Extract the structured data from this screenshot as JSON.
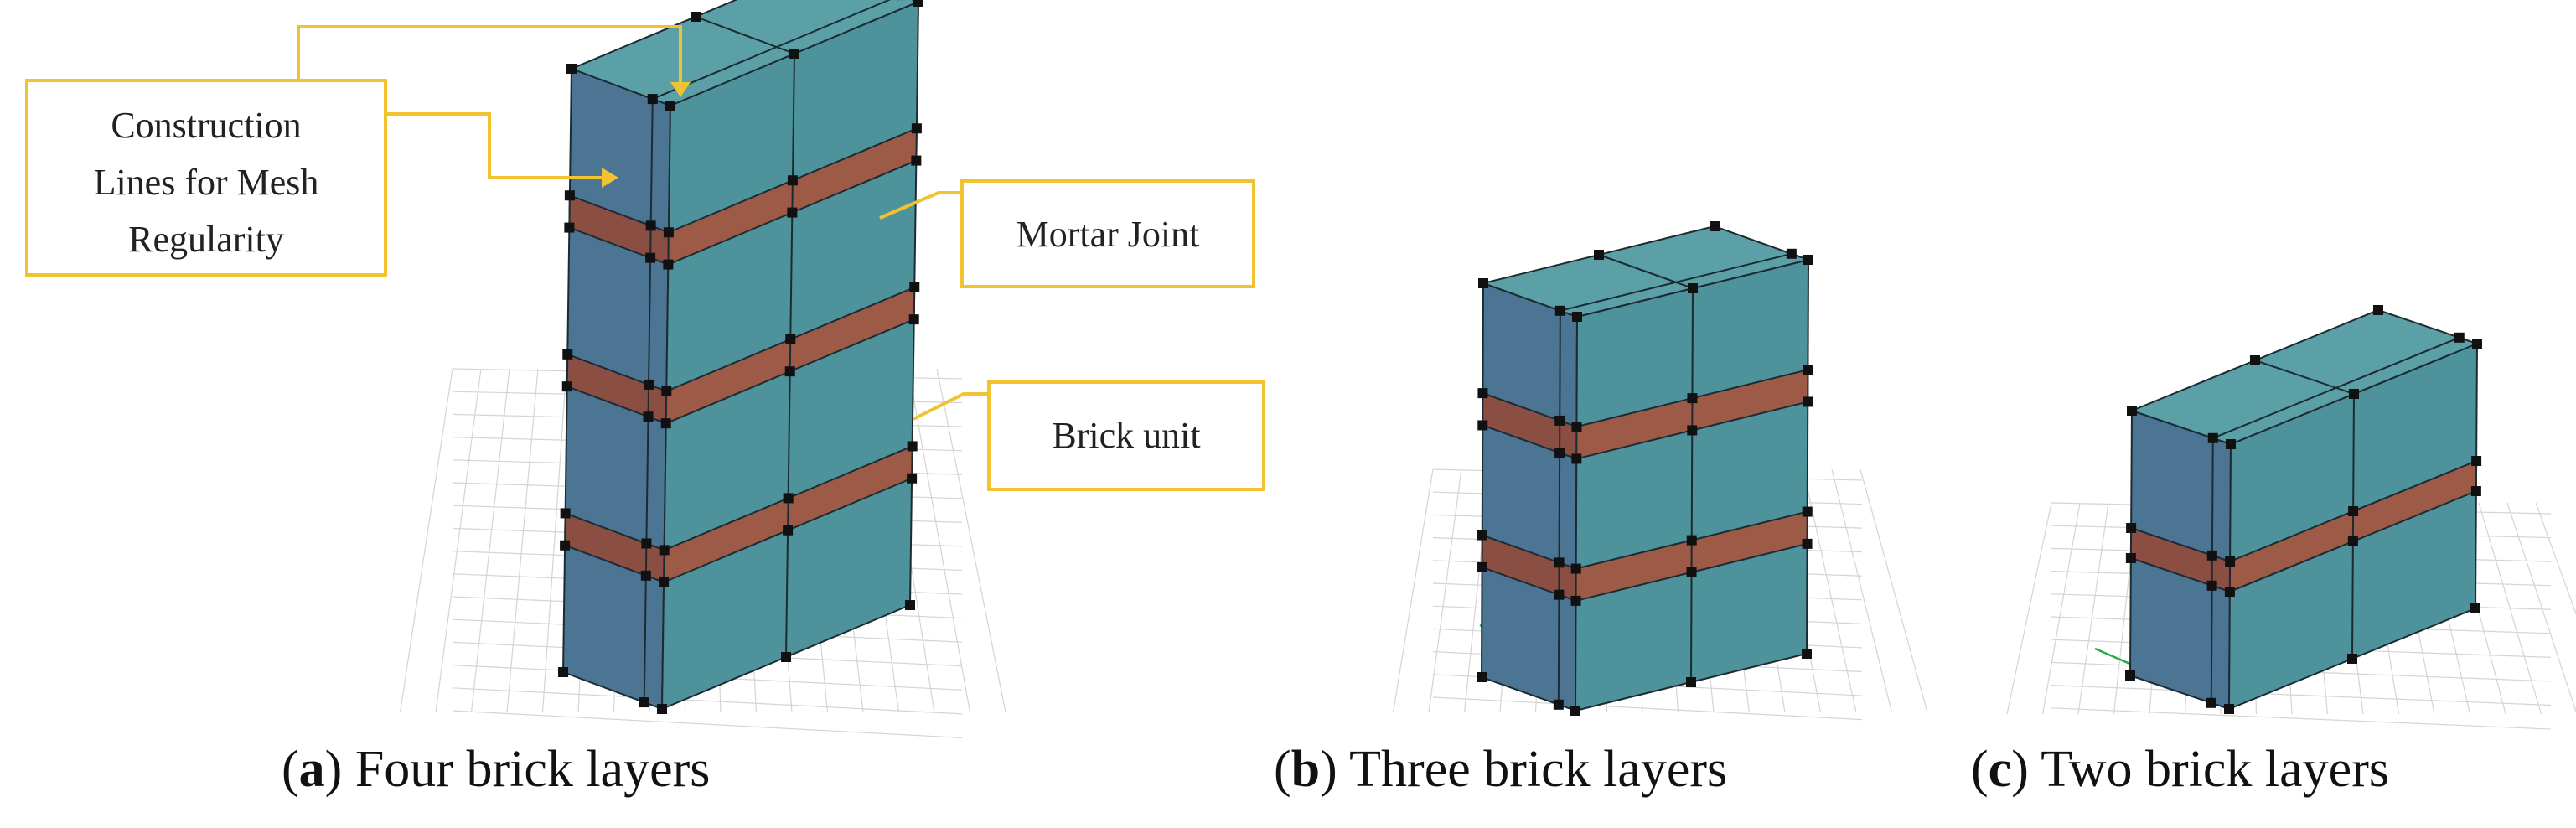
{
  "callouts": {
    "construction": [
      "Construction",
      "Lines for Mesh",
      "Regularity"
    ],
    "mortar": "Mortar Joint",
    "brick": "Brick unit"
  },
  "captions": {
    "a": {
      "letter": "a",
      "text": " Four brick layers"
    },
    "b": {
      "letter": "b",
      "text": " Three brick layers"
    },
    "c": {
      "letter": "c",
      "text": " Two brick layers"
    }
  },
  "colors": {
    "brick_front": "#4e939b",
    "brick_side": "#4c7593",
    "brick_top": "#5aa0a6",
    "mortar_front": "#9d5a47",
    "mortar_side": "#8a4e43",
    "callout_border": "#f1c232",
    "grid": "#d4d4d4",
    "axis_x": "#d43a3a",
    "axis_y": "#2fa84a",
    "node": "#111111"
  }
}
